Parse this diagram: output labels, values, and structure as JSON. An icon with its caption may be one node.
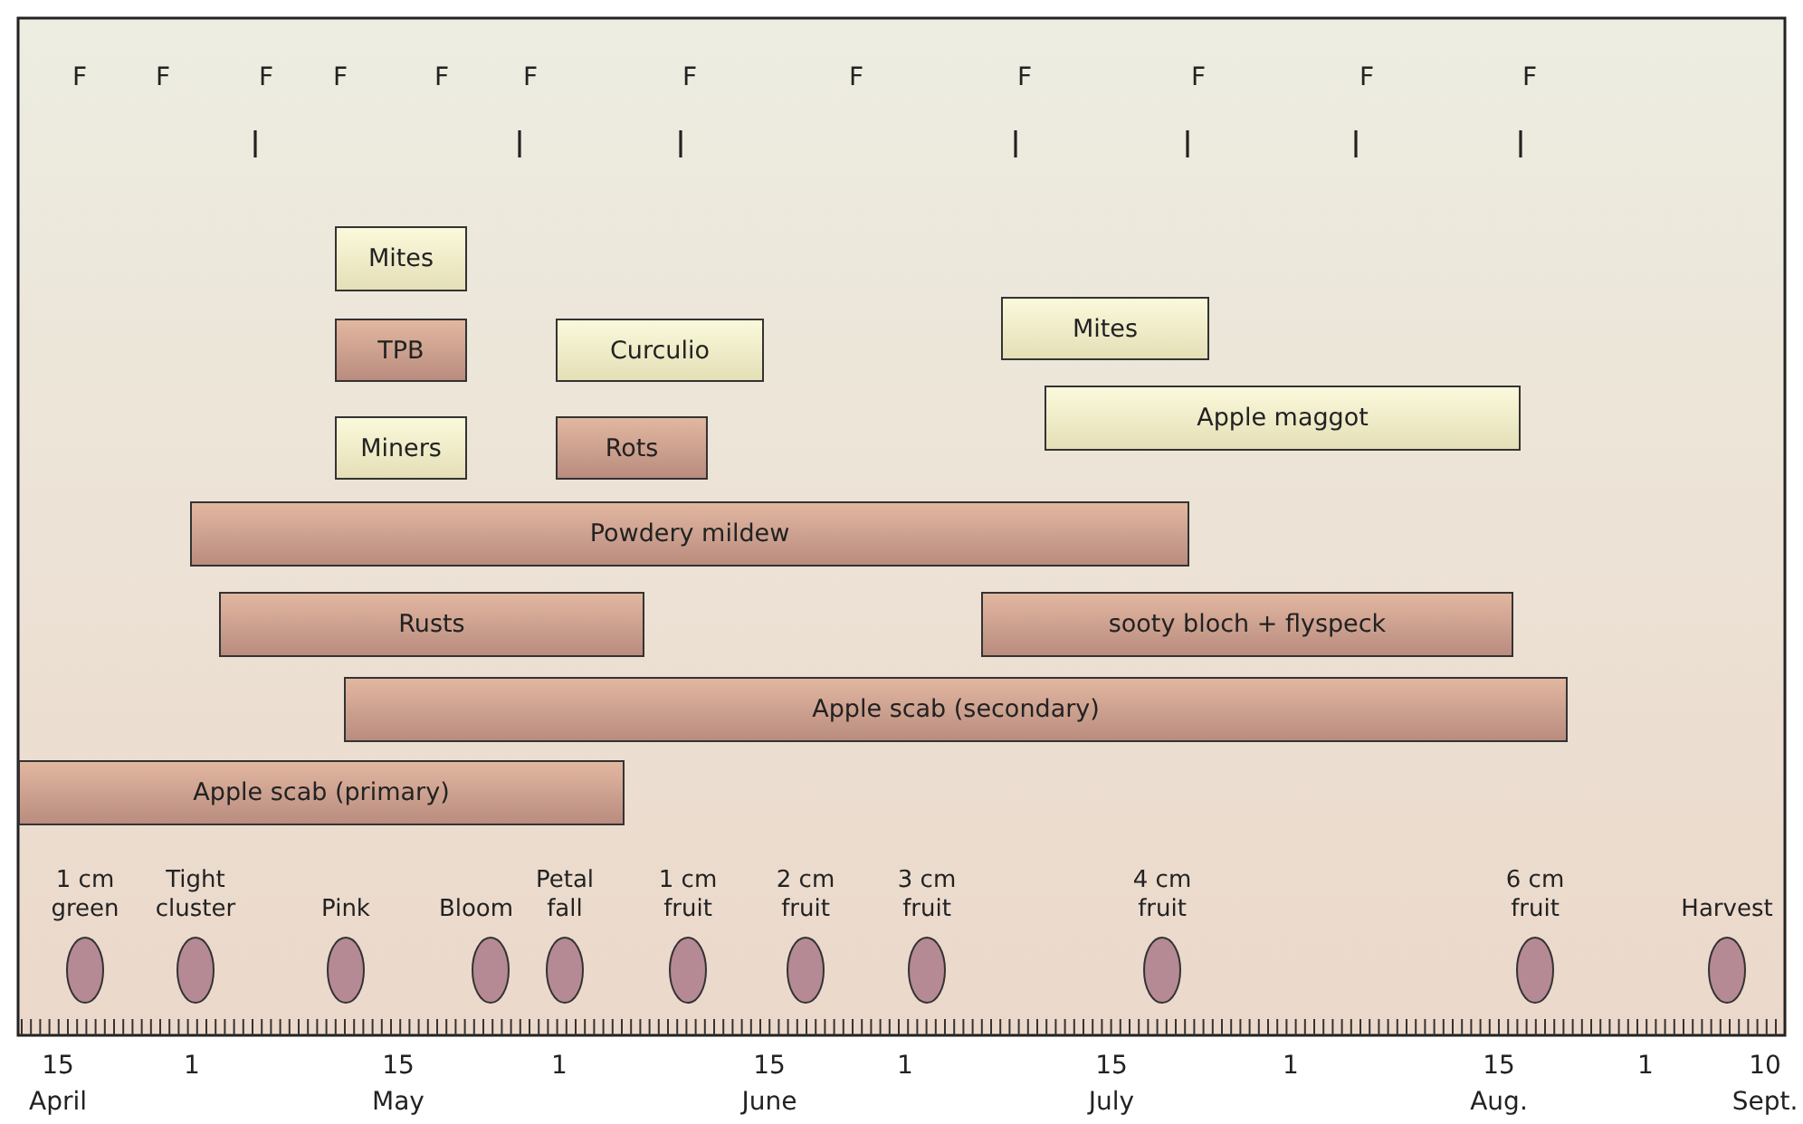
{
  "diagram": {
    "nodes": [
      {
        "text": [
          "Mites"
        ]
      },
      {
        "text": [
          "Mites"
        ]
      },
      {
        "text": [
          "TPB"
        ]
      },
      {
        "text": [
          "Curculio"
        ]
      },
      {
        "text": [
          "Apple maggot"
        ]
      },
      {
        "text": [
          "Miners"
        ]
      },
      {
        "text": [
          "Rots"
        ]
      },
      {
        "text": [
          "Powdery mildew"
        ]
      },
      {
        "text": [
          "Rusts"
        ]
      },
      {
        "text": [
          "sooty bloch + flyspeck"
        ]
      },
      {
        "text": [
          "Apple scab (secondary)"
        ]
      },
      {
        "text": [
          "Apple scab (primary)"
        ]
      },
      {
        "text": [
          "1 cm green"
        ]
      },
      {
        "text": [
          "Tight cluster"
        ]
      },
      {
        "text": [
          "Pink"
        ]
      },
      {
        "text": [
          "Bloom"
        ]
      },
      {
        "text": [
          "Petal fall"
        ]
      },
      {
        "text": [
          "1 cm fruit"
        ]
      },
      {
        "text": [
          "2 cm fruit"
        ]
      },
      {
        "text": [
          "3 cm fruit"
        ]
      },
      {
        "text": [
          "4 cm fruit"
        ]
      },
      {
        "text": [
          "6 cm fruit"
        ]
      },
      {
        "text": [
          "Harvest"
        ]
      }
    ],
    "labels": [
      "F",
      "F",
      "F",
      "F",
      "F",
      "F",
      "F",
      "F",
      "F",
      "F",
      "F",
      "F",
      "15",
      "1",
      "15",
      "1",
      "15",
      "1",
      "15",
      "1",
      "15",
      "1",
      "10",
      "April",
      "May",
      "June",
      "July",
      "Aug.",
      "Sept."
    ]
  }
}
